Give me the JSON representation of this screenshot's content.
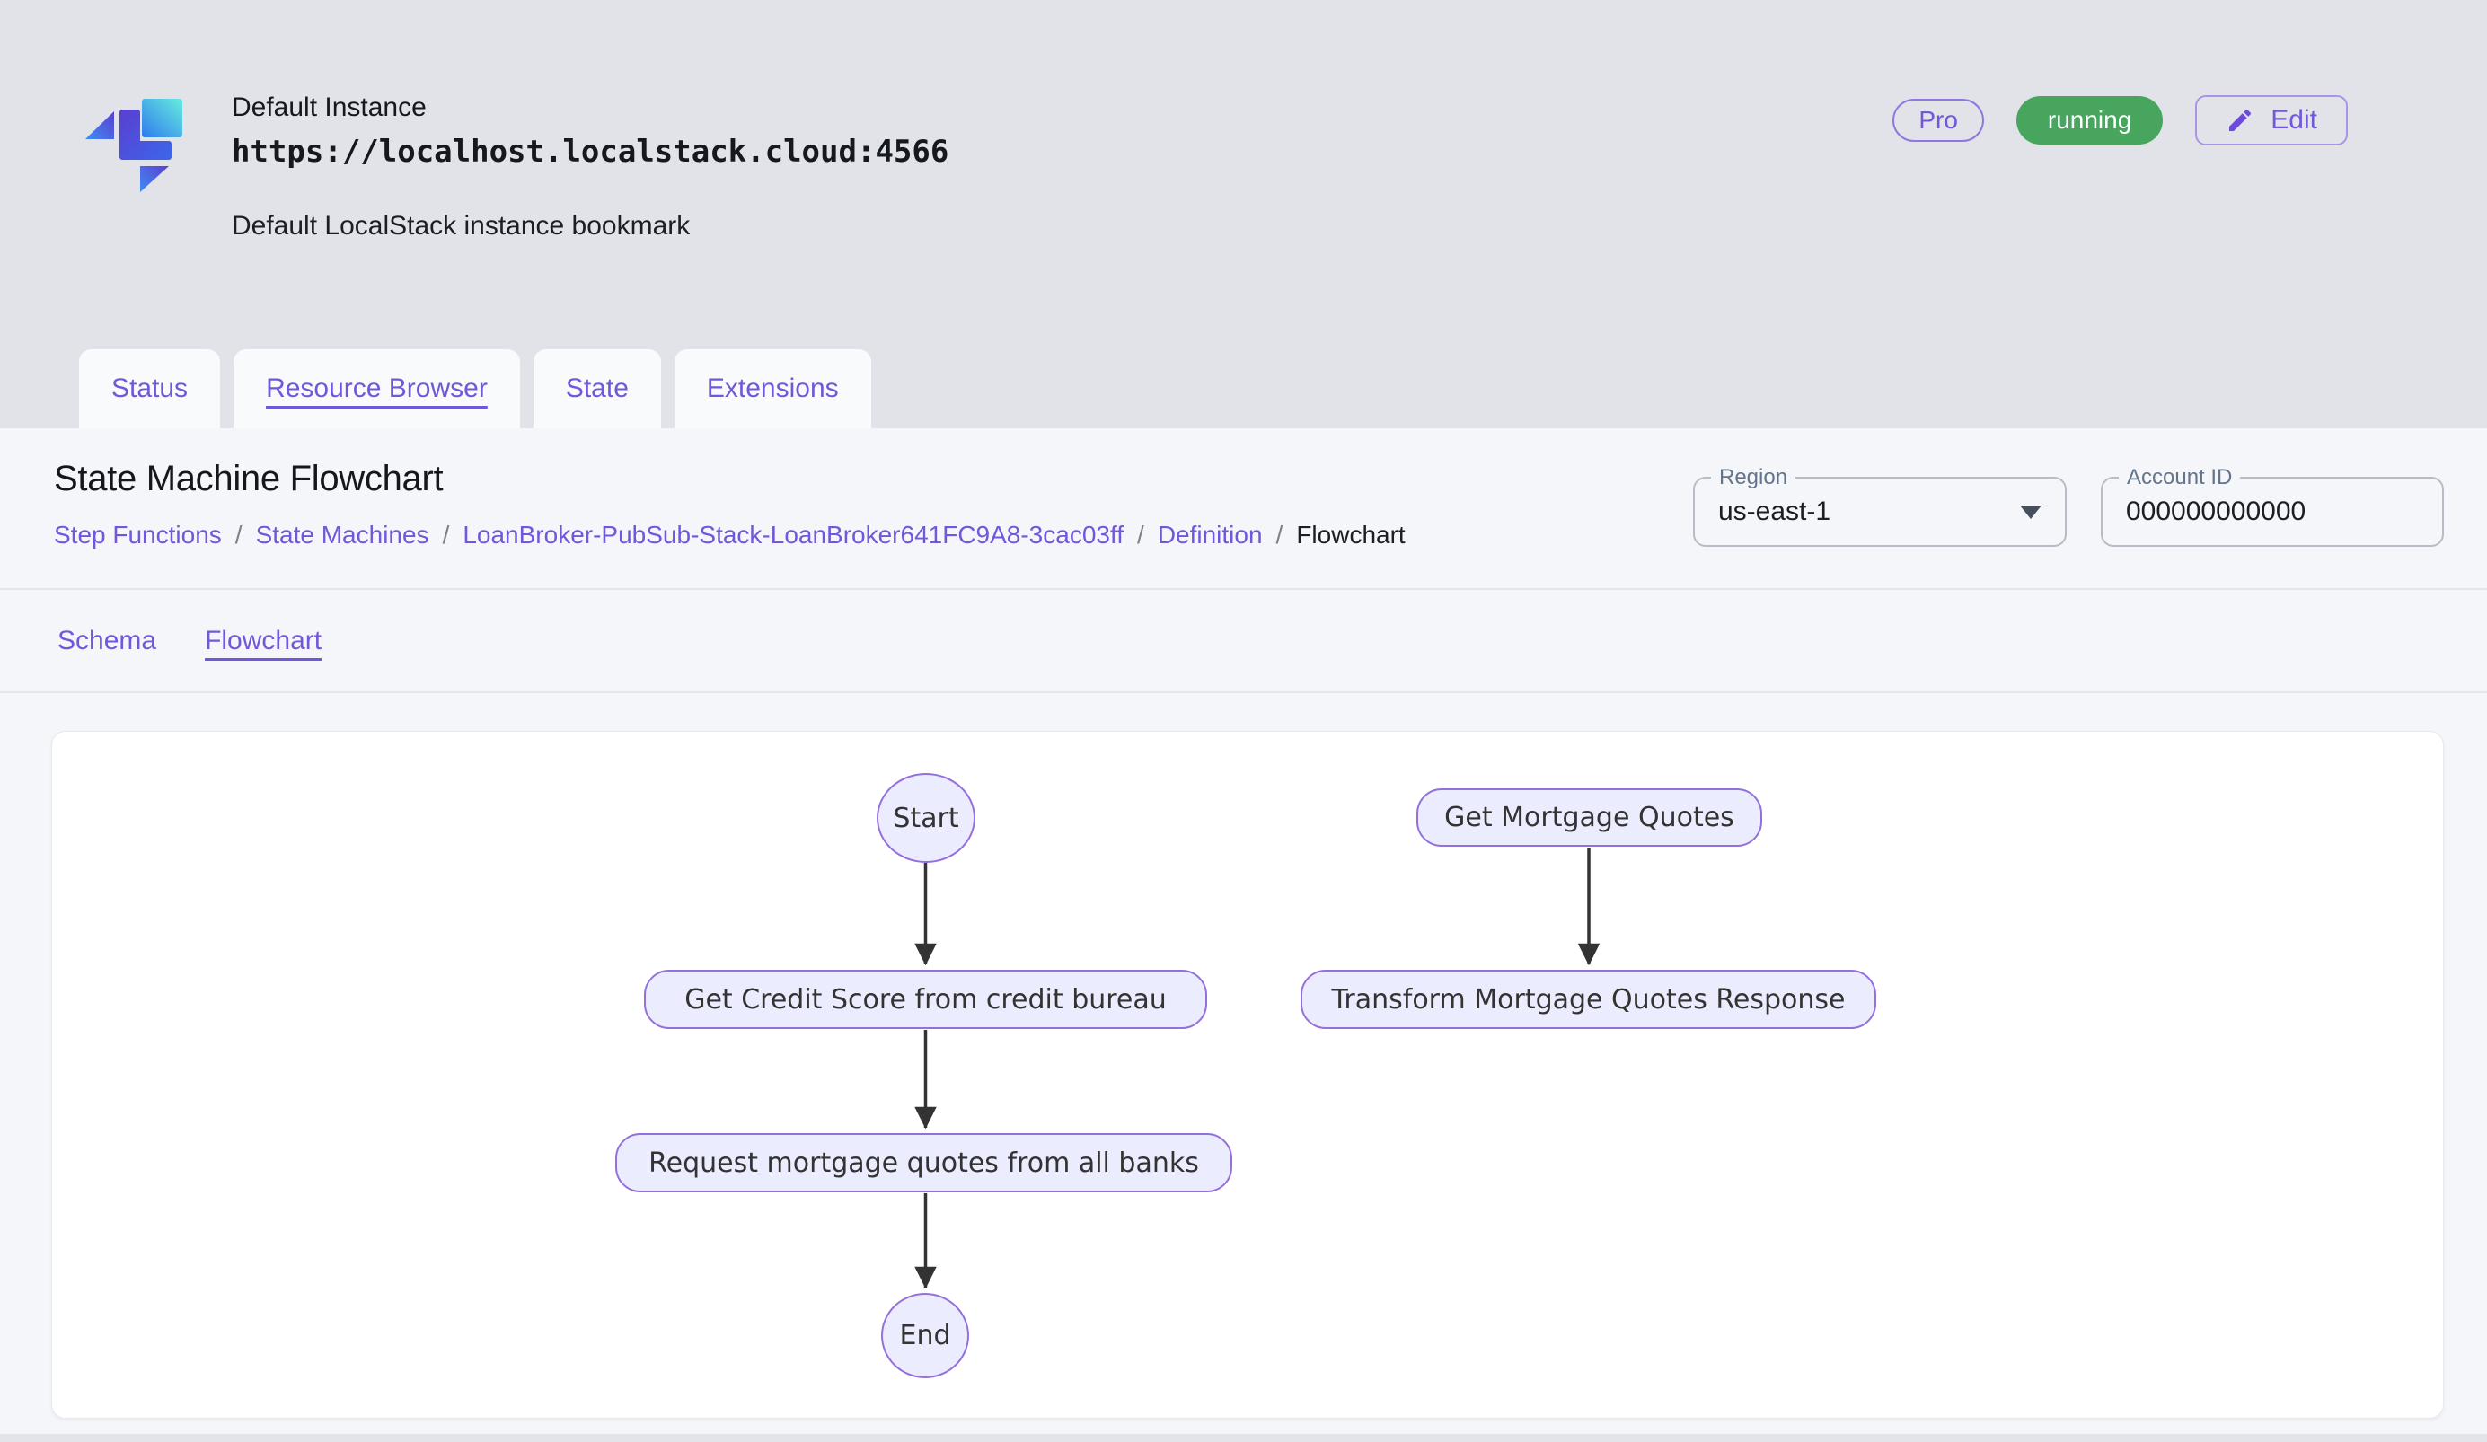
{
  "header": {
    "instance_name": "Default Instance",
    "instance_url": "https://localhost.localstack.cloud:4566",
    "instance_description": "Default LocalStack instance bookmark",
    "pro_label": "Pro",
    "status_label": "running",
    "edit_label": "Edit"
  },
  "tabs": [
    {
      "label": "Status",
      "active": false
    },
    {
      "label": "Resource Browser",
      "active": true
    },
    {
      "label": "State",
      "active": false
    },
    {
      "label": "Extensions",
      "active": false
    }
  ],
  "page": {
    "title": "State Machine Flowchart",
    "breadcrumb_separator": "/",
    "breadcrumbs": [
      {
        "label": "Step Functions",
        "link": true
      },
      {
        "label": "State Machines",
        "link": true
      },
      {
        "label": "LoanBroker-PubSub-Stack-LoanBroker641FC9A8-3cac03ff",
        "link": true
      },
      {
        "label": "Definition",
        "link": true
      },
      {
        "label": "Flowchart",
        "link": false
      }
    ],
    "region": {
      "label": "Region",
      "value": "us-east-1"
    },
    "account": {
      "label": "Account ID",
      "value": "000000000000"
    },
    "subtabs": [
      {
        "label": "Schema",
        "active": false
      },
      {
        "label": "Flowchart",
        "active": true
      }
    ]
  },
  "flowchart": {
    "nodes": [
      {
        "id": "start",
        "label": "Start",
        "shape": "ellipse"
      },
      {
        "id": "get_credit_score",
        "label": "Get Credit Score from credit bureau",
        "shape": "rounded-rect"
      },
      {
        "id": "request_quotes",
        "label": "Request mortgage quotes from all banks",
        "shape": "rounded-rect"
      },
      {
        "id": "end",
        "label": "End",
        "shape": "ellipse"
      },
      {
        "id": "get_mortgage_quotes",
        "label": "Get Mortgage Quotes",
        "shape": "rounded-rect"
      },
      {
        "id": "transform_response",
        "label": "Transform Mortgage Quotes Response",
        "shape": "rounded-rect"
      }
    ],
    "edges": [
      {
        "from": "start",
        "to": "get_credit_score"
      },
      {
        "from": "get_credit_score",
        "to": "request_quotes"
      },
      {
        "from": "request_quotes",
        "to": "end"
      },
      {
        "from": "get_mortgage_quotes",
        "to": "transform_response"
      }
    ]
  },
  "colors": {
    "accent_purple": "#7157d9",
    "status_green": "#47a55e",
    "node_fill": "#ececff",
    "node_border": "#9370db",
    "arrow": "#333333",
    "header_bg": "#e1e3e9",
    "panel_bg": "#f4f6f9"
  }
}
